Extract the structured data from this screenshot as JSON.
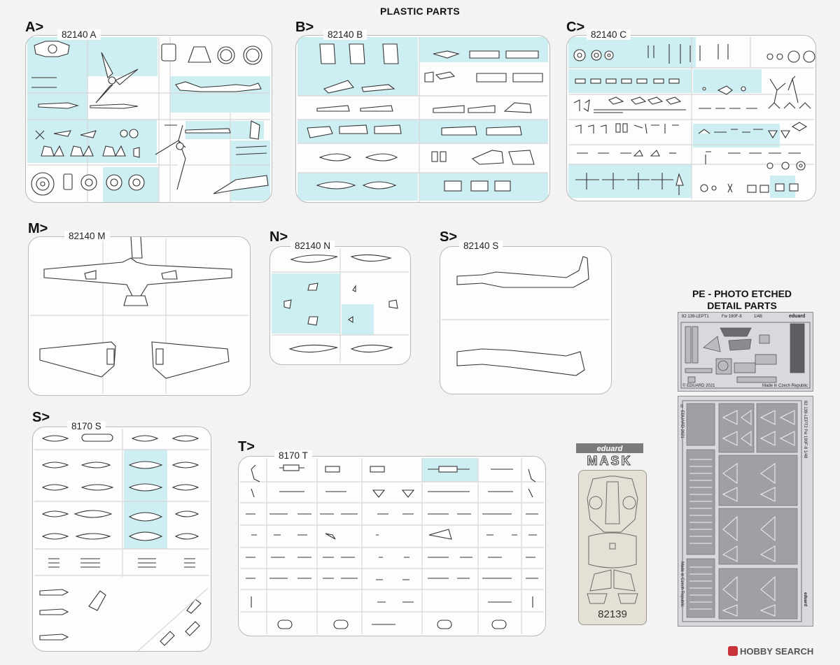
{
  "heading": "PLASTIC PARTS",
  "sprues": {
    "A": {
      "letter": "A>",
      "code": "82140 A"
    },
    "B": {
      "letter": "B>",
      "code": "82140 B"
    },
    "C": {
      "letter": "C>",
      "code": "82140 C"
    },
    "M": {
      "letter": "M>",
      "code": "82140 M"
    },
    "N": {
      "letter": "N>",
      "code": "82140 N"
    },
    "S1": {
      "letter": "S>",
      "code": "82140 S"
    },
    "S2": {
      "letter": "S>",
      "code": "8170 S"
    },
    "T": {
      "letter": "T>",
      "code": "8170 T"
    }
  },
  "pe": {
    "title_line1": "PE - PHOTO ETCHED",
    "title_line2": "DETAIL PARTS",
    "sheet1_code": "82 139-LEPT1",
    "sheet1_model": "Fw 190F-8",
    "sheet1_scale": "1/48",
    "sheet1_brand": "eduard",
    "sheet1_copyright": "© EDUARD 2021",
    "sheet1_made": "Made in Czech Republic",
    "sheet2_code": "82 139-LEPT2  Fw 190F-8   1/48",
    "sheet2_copyright": "© EDUARD 2021",
    "sheet2_made": "Made in Czech Republic",
    "sheet2_brand": "eduard"
  },
  "mask": {
    "brand": "eduard",
    "word": "MASK",
    "number": "82139"
  },
  "watermark": "HOBBY SEARCH",
  "colors": {
    "highlight": "#cdeef2",
    "frame": "#b9b9b9",
    "part_stroke": "#333333",
    "pe_metal": "#d8d9dc",
    "mask_paper": "#e4e0d6"
  }
}
